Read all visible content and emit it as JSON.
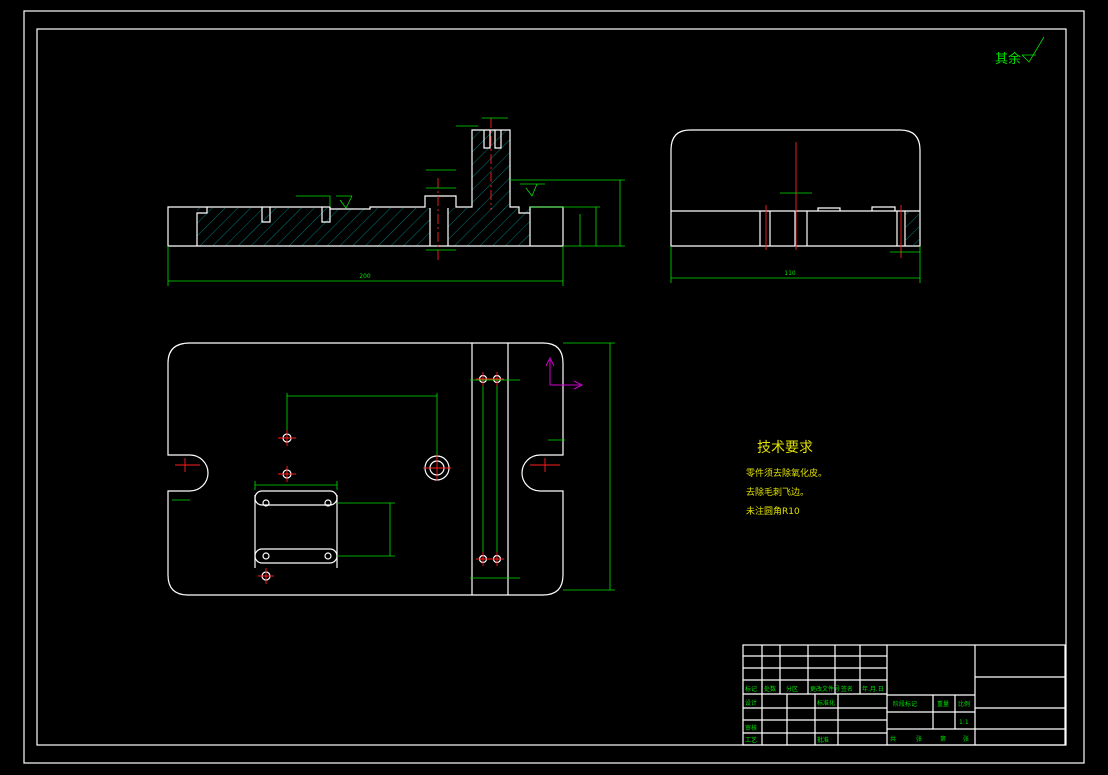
{
  "surface_note": "其余",
  "tech_requirements": {
    "title": "技术要求",
    "items": [
      "零件须去除氧化皮。",
      "去除毛刺飞边。",
      "未注圆角R10"
    ]
  },
  "dimensions": {
    "front_total_length": "200",
    "plan_width": "110"
  },
  "title_block": {
    "labels": {
      "marker": "标记",
      "count": "处数",
      "zone": "分区",
      "change_doc": "更改文件号",
      "signature": "签名",
      "date": "年.月.日",
      "designer": "设计",
      "standardize": "标准化",
      "stage_mark": "阶段标记",
      "weight": "重量",
      "scale": "比例",
      "review": "审核",
      "craft": "工艺",
      "approve": "批准",
      "sheet_total": "共",
      "sheet_of": "张",
      "sheet_no": "第",
      "sheet": "张"
    },
    "scale_value": "1:1"
  },
  "colors": {
    "outline": "#ffffff",
    "dimension": "#00e000",
    "center": "#ff2020",
    "hatch": "#00c8c8",
    "axis": "#d000d0"
  }
}
